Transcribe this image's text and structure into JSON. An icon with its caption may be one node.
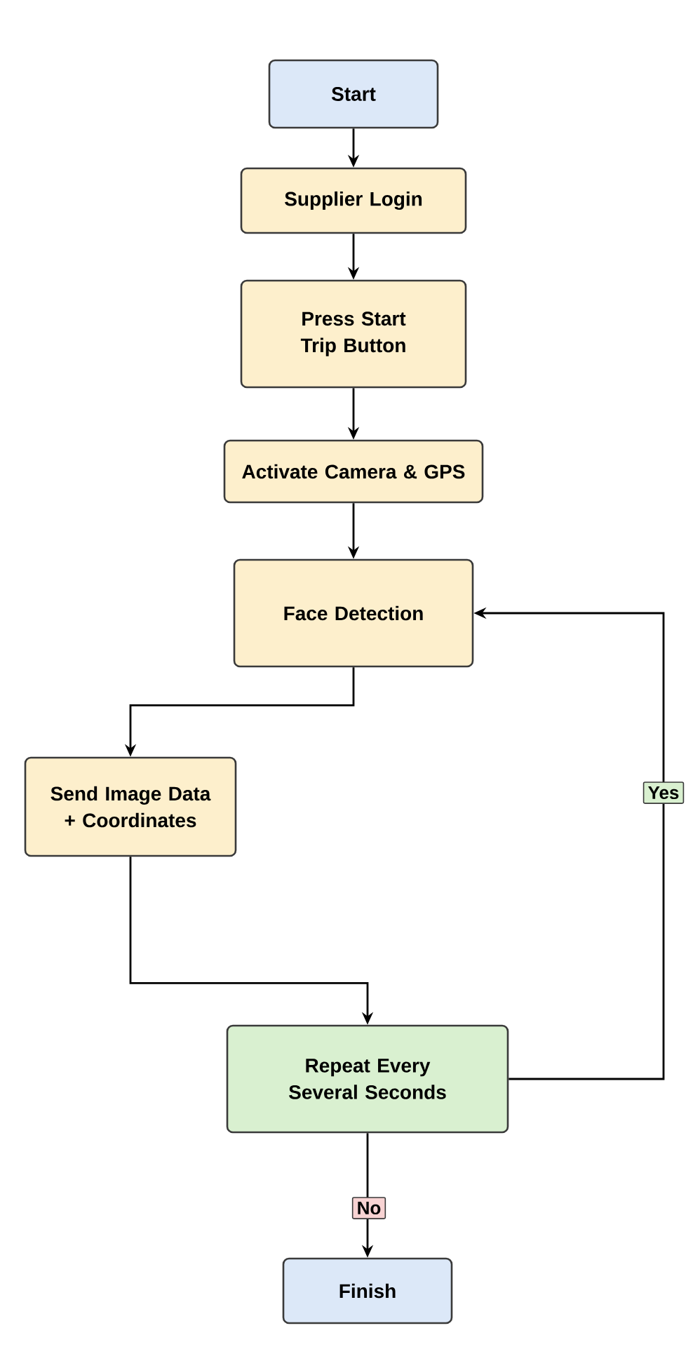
{
  "diagram": {
    "nodes": [
      {
        "text": [
          "Start"
        ]
      },
      {
        "text": [
          "Supplier Login"
        ]
      },
      {
        "text": [
          "Press Start Trip Button"
        ]
      },
      {
        "text": [
          "Activate Camera & GPS"
        ]
      },
      {
        "text": [
          "Face Detection"
        ]
      },
      {
        "text": [
          "Send Image Data + Coordinates"
        ]
      },
      {
        "text": [
          "Repeat Every Several Seconds"
        ]
      },
      {
        "text": [
          "Finish"
        ]
      }
    ],
    "edges": [
      {
        "from": 0,
        "to": 1,
        "arrow": "to"
      },
      {
        "from": 1,
        "to": 2,
        "arrow": "to"
      },
      {
        "from": 2,
        "to": 3,
        "arrow": "to"
      },
      {
        "from": 3,
        "to": 4,
        "arrow": "to"
      },
      {
        "from": 4,
        "to": 5,
        "arrow": "to"
      },
      {
        "from": 5,
        "to": 6,
        "arrow": "to"
      },
      {
        "from": 6,
        "to": 4,
        "arrow": "to",
        "label": "Yes"
      },
      {
        "from": 6,
        "to": 7,
        "arrow": "to",
        "label": "No"
      }
    ]
  }
}
